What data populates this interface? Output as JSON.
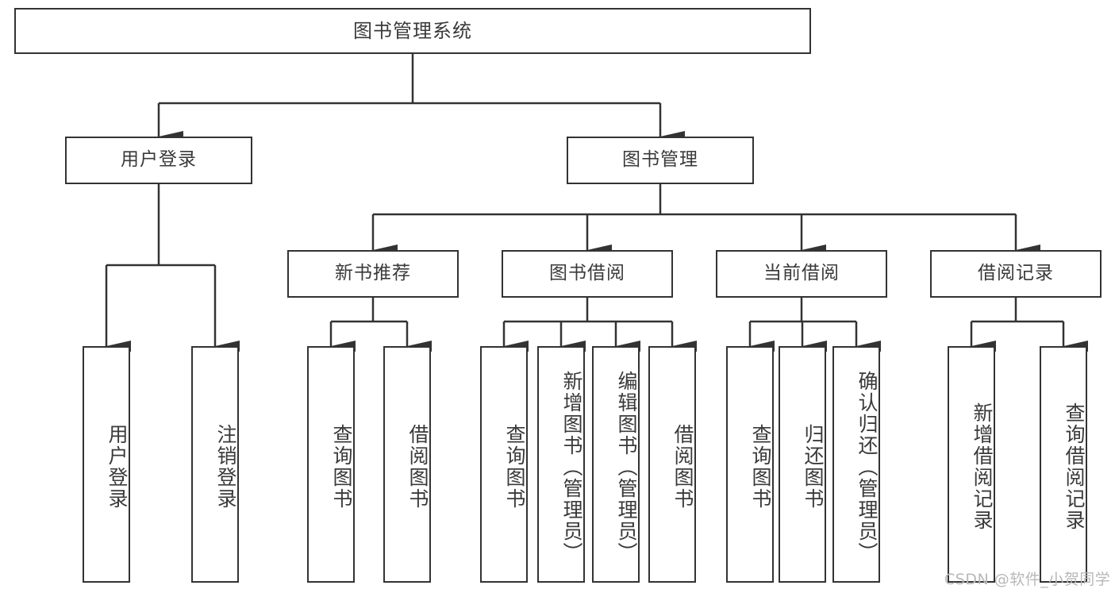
{
  "diagram": {
    "title": "图书管理系统",
    "type": "tree-hierarchy-diagram",
    "colors": {
      "box_border": "#333333",
      "box_fill": "#ffffff",
      "text": "#3a3a3a",
      "connector": "#333333",
      "watermark": "#b8b8b8"
    },
    "root": {
      "label": "图书管理系统"
    },
    "level2": [
      {
        "id": "user-login",
        "label": "用户登录"
      },
      {
        "id": "book-manage",
        "label": "图书管理"
      }
    ],
    "level3": [
      {
        "id": "new-book-recommend",
        "label": "新书推荐"
      },
      {
        "id": "book-borrow",
        "label": "图书借阅"
      },
      {
        "id": "current-borrow",
        "label": "当前借阅"
      },
      {
        "id": "borrow-record",
        "label": "借阅记录"
      }
    ],
    "leaves": {
      "user_login": [
        {
          "id": "leaf-user-login",
          "label": "用户登录"
        },
        {
          "id": "leaf-logout-login",
          "label": "注销登录"
        }
      ],
      "new_book_recommend": [
        {
          "id": "leaf-query-book-1",
          "label": "查询图书"
        },
        {
          "id": "leaf-borrow-book-1",
          "label": "借阅图书"
        }
      ],
      "book_borrow": [
        {
          "id": "leaf-query-book-2",
          "label": "查询图书"
        },
        {
          "id": "leaf-add-book",
          "label": "新增图书（管理员）"
        },
        {
          "id": "leaf-edit-book",
          "label": "编辑图书（管理员）"
        },
        {
          "id": "leaf-borrow-book-2",
          "label": "借阅图书"
        }
      ],
      "current_borrow": [
        {
          "id": "leaf-query-book-3",
          "label": "查询图书"
        },
        {
          "id": "leaf-return-book",
          "label": "归还图书"
        },
        {
          "id": "leaf-confirm-return",
          "label": "确认归还（管理员）"
        }
      ],
      "borrow_record": [
        {
          "id": "leaf-add-record",
          "label": "新增借阅记录"
        },
        {
          "id": "leaf-query-record",
          "label": "查询借阅记录"
        }
      ]
    }
  },
  "watermark": {
    "text": "CSDN @软件_小贺同学"
  }
}
